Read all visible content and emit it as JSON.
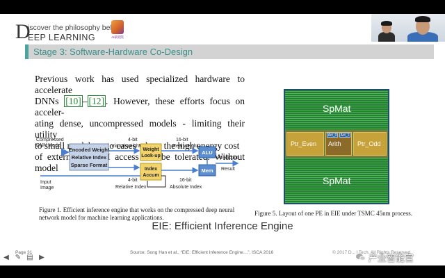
{
  "header": {
    "logo_letter": "D",
    "logo_line1": "iscover the philosophy behind",
    "logo_line2": "EEP LEARNING",
    "brand_mark_text": "AI研究院",
    "stage_title": "Stage 3: Software-Hardware Co-Design"
  },
  "paper": {
    "line1": "Previous work has used specialized hardware to accelerate",
    "line2_pre": "DNNs ",
    "ref1": "[10]",
    "line2_dash": "–",
    "ref2": "[12]",
    "line2_post": ". However, these efforts focus on acceler-",
    "line3": "ating dense, uncompressed models - limiting their utility",
    "line4": "to small models or to cases where the high energy cost",
    "line5": "of external DRAM access can be tolerated. Without model"
  },
  "diagram": {
    "input_compressed": [
      "Compressed",
      "DNN Model"
    ],
    "input_image": [
      "Input",
      "Image"
    ],
    "encoded_box": [
      "Encoded Weight",
      "Relative Index",
      "Sparse Format"
    ],
    "bits_top": "4-bit",
    "virtual_weight": "Virtual weight",
    "bits_bottom": "4-bit",
    "relative_index": "Relative Index",
    "weight_lookup": [
      "Weight",
      "Look-up"
    ],
    "index_accum": [
      "Index",
      "Accum"
    ],
    "bits16_top": "16-bit",
    "real_weight": "Real weight",
    "bits16_bottom": "16-bit",
    "absolute_index": "Absolute Index",
    "alu": "ALU",
    "mem": "Mem",
    "prediction": "Prediction",
    "result": "Result"
  },
  "captions": {
    "fig1": "Figure 1.   Efficient inference engine that works on the compressed deep neural network model for machine learning applications.",
    "fig5": "Figure 5.   Layout of one PE in EIE under TSMC 45nm process."
  },
  "chip": {
    "spmat_top": "SpMat",
    "ptr_even": "Ptr_Even",
    "arith": "Arith",
    "ptr_odd": "Ptr_Odd",
    "spmat_bottom": "SpMat",
    "act0": "Act_0",
    "act1": "Act_1"
  },
  "slide_title": "EIE: Efficient Inference Engine",
  "footer": {
    "page": "Page 31",
    "source": "Source: Song Han et al., “EIE: Efficient Inference Engine…”, ISCA 2016",
    "copyright": "© 2017 D... l Tech. All Rights Reserved."
  },
  "watermark": "产业智能官",
  "colors": {
    "accent": "#4aa3a0",
    "chip_green": "#2c8a3c",
    "diagram_box": "#c5d3e8",
    "diagram_yellow": "#f2d46a",
    "diagram_blue": "#5a8ed0"
  }
}
